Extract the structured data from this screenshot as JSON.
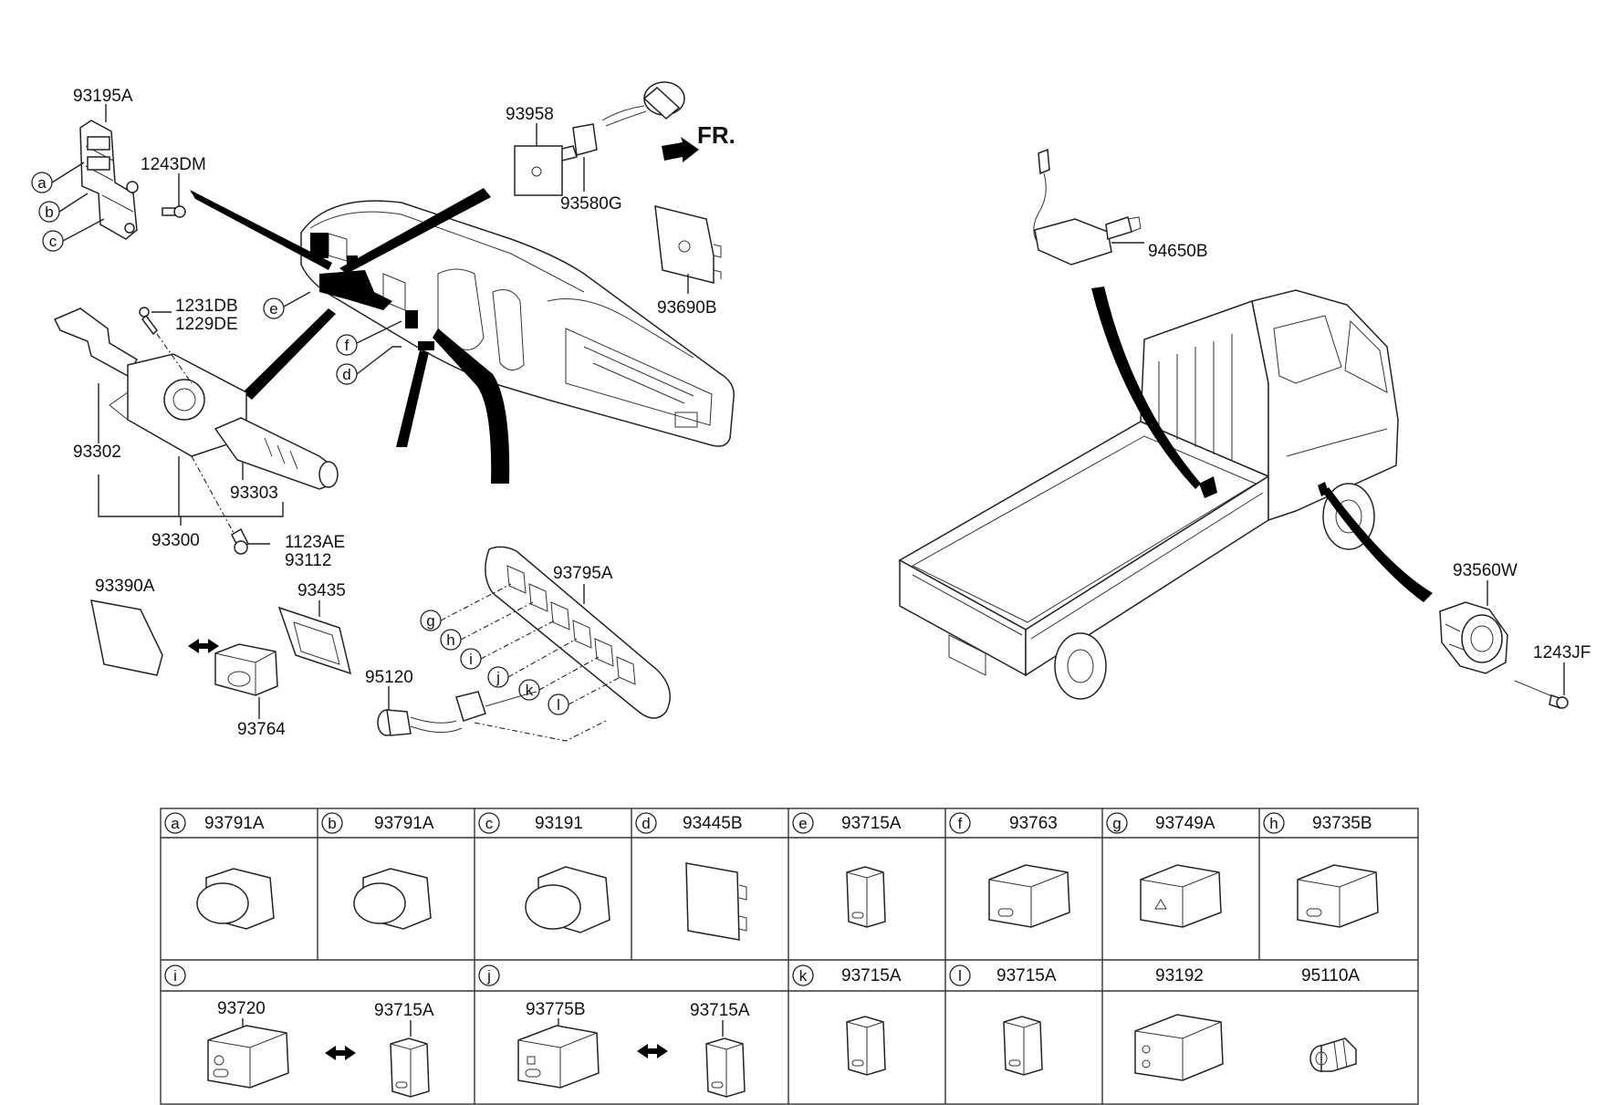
{
  "direction_label": "FR.",
  "part_labels": {
    "p93195A": "93195A",
    "p1243DM": "1243DM",
    "p93958": "93958",
    "p93580G": "93580G",
    "p93690B": "93690B",
    "p1231DB": "1231DB",
    "p1229DE": "1229DE",
    "p93302": "93302",
    "p93303": "93303",
    "p93300": "93300",
    "p1123AE": "1123AE",
    "p93112": "93112",
    "p93390A": "93390A",
    "p93435": "93435",
    "p93764": "93764",
    "p93795A": "93795A",
    "p95120": "95120",
    "p94650B": "94650B",
    "p93560W": "93560W",
    "p1243JF": "1243JF"
  },
  "callout_letters": [
    "a",
    "b",
    "c",
    "d",
    "e",
    "f",
    "g",
    "h",
    "i",
    "j",
    "k",
    "l"
  ],
  "table": {
    "row1": [
      {
        "letter": "a",
        "part": "93791A"
      },
      {
        "letter": "b",
        "part": "93791A"
      },
      {
        "letter": "c",
        "part": "93191"
      },
      {
        "letter": "d",
        "part": "93445B"
      },
      {
        "letter": "e",
        "part": "93715A"
      },
      {
        "letter": "f",
        "part": "93763"
      },
      {
        "letter": "g",
        "part": "93749A"
      },
      {
        "letter": "h",
        "part": "93735B"
      }
    ],
    "row2": [
      {
        "letter": "i",
        "part_left": "93720",
        "part_right": "93715A"
      },
      {
        "letter": "j",
        "part_left": "93775B",
        "part_right": "93715A"
      },
      {
        "letter": "k",
        "part": "93715A"
      },
      {
        "letter": "l",
        "part": "93715A"
      },
      {
        "letter": "",
        "part": "93192"
      },
      {
        "letter": "",
        "part": "95110A"
      }
    ]
  }
}
